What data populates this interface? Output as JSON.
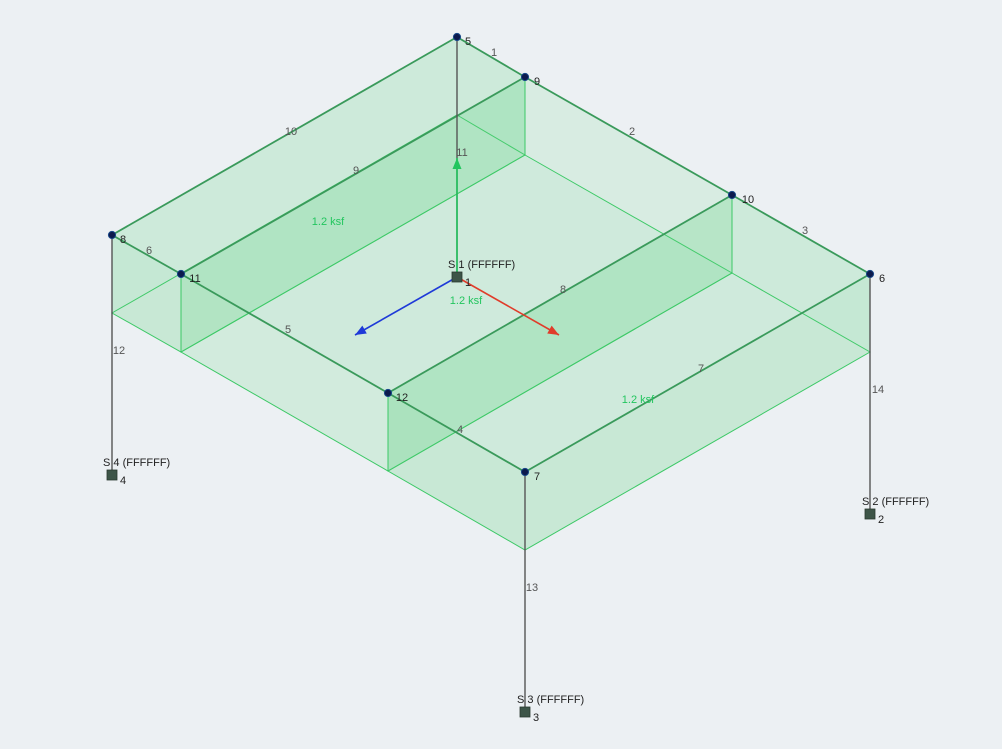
{
  "colors": {
    "background": "#ecf0f3",
    "member": "#3a9a5b",
    "column": "#555555",
    "load_fill": "#5cd67f",
    "load_stroke": "#3bc865",
    "load_text": "#22c55e",
    "node": "#0c1a4d",
    "support": "#3d5548",
    "axis_x": "#e03c2a",
    "axis_y": "#22c55e",
    "axis_z": "#1e3ad8"
  },
  "members": [
    {
      "label": "1"
    },
    {
      "label": "2"
    },
    {
      "label": "3"
    },
    {
      "label": "4"
    },
    {
      "label": "5"
    },
    {
      "label": "6"
    },
    {
      "label": "7"
    },
    {
      "label": "8"
    },
    {
      "label": "9"
    },
    {
      "label": "10"
    },
    {
      "label": "11"
    },
    {
      "label": "12"
    },
    {
      "label": "13"
    },
    {
      "label": "14"
    }
  ],
  "nodes": [
    {
      "label": "5"
    },
    {
      "label": "9"
    },
    {
      "label": "10"
    },
    {
      "label": "6"
    },
    {
      "label": "8"
    },
    {
      "label": "11"
    },
    {
      "label": "12"
    },
    {
      "label": "7"
    }
  ],
  "supports": [
    {
      "name": "S 1 (FFFFFF)",
      "node": "1"
    },
    {
      "name": "S 2 (FFFFFF)",
      "node": "2"
    },
    {
      "name": "S 3 (FFFFFF)",
      "node": "3"
    },
    {
      "name": "S 4 (FFFFFF)",
      "node": "4"
    }
  ],
  "loads": [
    {
      "label": "1.2 ksf"
    },
    {
      "label": "1.2 ksf"
    },
    {
      "label": "1.2 ksf"
    }
  ]
}
